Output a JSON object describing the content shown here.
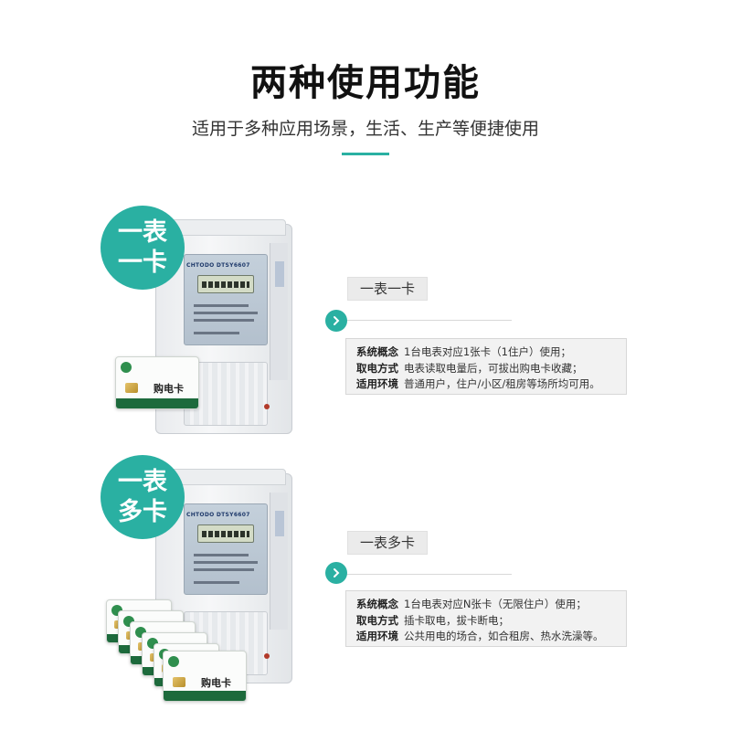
{
  "header": {
    "title": "两种使用功能",
    "subtitle": "适用于多种应用场景，生活、生产等便捷使用"
  },
  "colors": {
    "accent": "#2ab0a2",
    "tag_bg": "#ebebeb",
    "box_bg": "#f2f2f2"
  },
  "meter": {
    "brand": "CHTODO  DTSY6607"
  },
  "card": {
    "label": "购电卡"
  },
  "sections": [
    {
      "badge_line1": "一表",
      "badge_line2": "一卡",
      "tag": "一表一卡",
      "arrow_icon": "chevron-right-icon",
      "rows": [
        {
          "key": "系统概念",
          "value": "1台电表对应1张卡（1住户）使用；"
        },
        {
          "key": "取电方式",
          "value": "电表读取电量后，可拔出购电卡收藏；"
        },
        {
          "key": "适用环境",
          "value": "普通用户，住户/小区/租房等场所均可用。"
        }
      ]
    },
    {
      "badge_line1": "一表",
      "badge_line2": "多卡",
      "tag": "一表多卡",
      "arrow_icon": "chevron-right-icon",
      "rows": [
        {
          "key": "系统概念",
          "value": "1台电表对应N张卡（无限住户）使用；"
        },
        {
          "key": "取电方式",
          "value": "插卡取电，拔卡断电；"
        },
        {
          "key": "适用环境",
          "value": "公共用电的场合，如合租房、热水洗澡等。"
        }
      ]
    }
  ]
}
